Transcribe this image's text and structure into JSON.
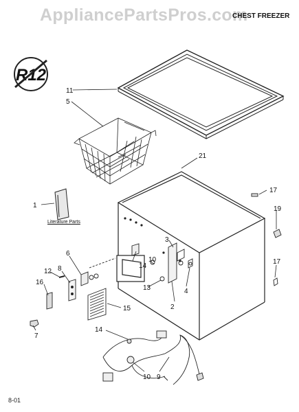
{
  "header": {
    "watermark": "AppliancePartsPros.com",
    "title": "CHEST FREEZER"
  },
  "badge": {
    "text": "R12"
  },
  "literature": {
    "label": "Literature Parts"
  },
  "footer": {
    "code": "8-01"
  },
  "callouts": {
    "c11": "11",
    "c5": "5",
    "c21": "21",
    "c17a": "17",
    "c1": "1",
    "c19": "19",
    "c3": "3",
    "c6": "6",
    "c14a": "14",
    "c10a": "10",
    "c12": "12",
    "c8": "8",
    "c16": "16",
    "c13": "13",
    "c4": "4",
    "c17b": "17",
    "c2": "2",
    "c15": "15",
    "c7": "7",
    "c14b": "14",
    "c10b": "10",
    "c9": "9"
  }
}
